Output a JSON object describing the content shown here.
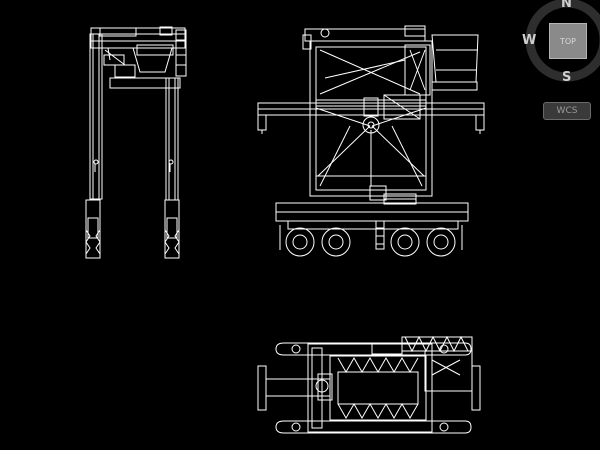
{
  "viewcube": {
    "north": "N",
    "south": "S",
    "west": "W",
    "top_face": "TOP",
    "wcs_menu": "WCS"
  },
  "colors": {
    "background": "#000000",
    "linework": "#ffffff",
    "viewcube_face": "#8a8a8a"
  },
  "drawing_views": [
    "side-elevation",
    "front-elevation",
    "plan-view"
  ]
}
